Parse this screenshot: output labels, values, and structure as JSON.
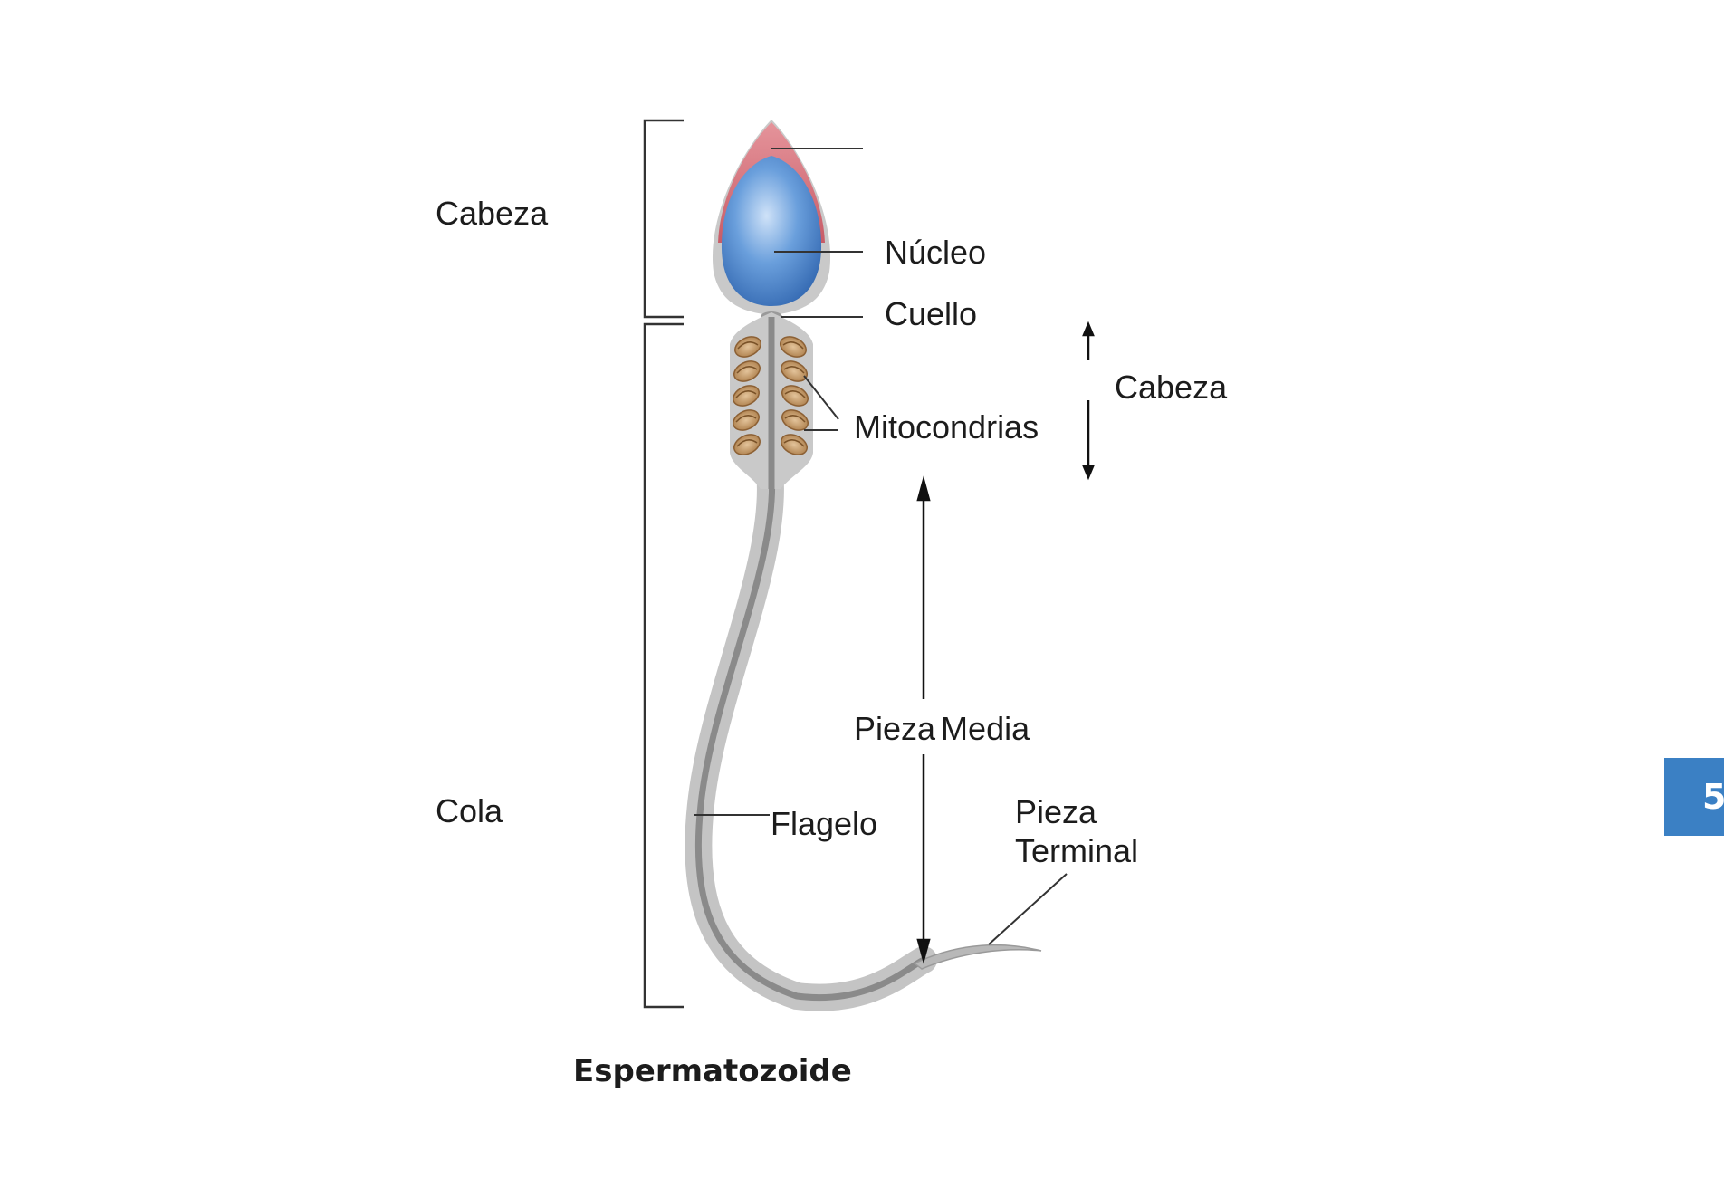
{
  "labels": {
    "cabeza_left": "Cabeza",
    "cola_left": "Cola",
    "nucleo": "Núcleo",
    "cuello": "Cuello",
    "mitocondrias": "Mitocondrias",
    "cabeza_right": "Cabeza",
    "pieza_media": "Pieza Media",
    "flagelo": "Flagelo",
    "pieza_terminal_line1": "Pieza",
    "pieza_terminal_line2": "Terminal"
  },
  "caption": "Espermatozoide",
  "page_number": "5",
  "colors": {
    "acrosome": "#d9707a",
    "nucleus": "#4a84cc",
    "cell_body": "#c6c6c6",
    "mitochondria": "#c49a6c",
    "page_tab": "#3b80c4"
  }
}
